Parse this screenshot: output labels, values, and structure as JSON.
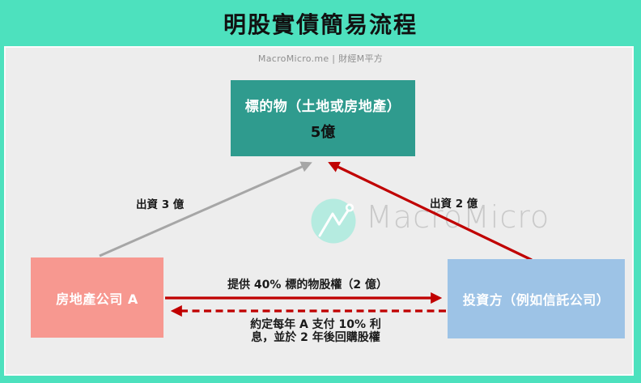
{
  "header": {
    "title": "明股實債簡易流程"
  },
  "credit_line": "MacroMicro.me | 財經M平方",
  "watermark": {
    "brand": "MacroMicro",
    "icon": "macromicro-m-line-logo"
  },
  "nodes": {
    "target_asset": {
      "title": "標的物（土地或房地產）",
      "value": "5億"
    },
    "real_estate_company": {
      "label": "房地產公司 A"
    },
    "investor": {
      "label": "投資方（例如信託公司）"
    }
  },
  "edges": {
    "company_funds_target": {
      "label": "出資 3 億",
      "style": "solid-gray"
    },
    "investor_funds_target": {
      "label": "出資 2 億",
      "style": "solid-red"
    },
    "company_gives_equity": {
      "label": "提供 40% 標的物股權（2 億）",
      "style": "solid-red"
    },
    "repayment_agreement": {
      "label_line1": "約定每年 A 支付 10% 利",
      "label_line2": "息，並於 2 年後回購股權",
      "style": "dashed-red"
    }
  },
  "colors": {
    "frame_teal": "#4DE1BE",
    "panel_gray": "#EDEDED",
    "target_box_teal": "#2F9B8E",
    "company_box_salmon": "#F79890",
    "investor_box_blue": "#9DC3E6",
    "arrow_red": "#C00000",
    "arrow_gray": "#A6A6A6",
    "watermark_mint": "#B5EBE0",
    "watermark_text_gray": "#C9C9C9"
  }
}
